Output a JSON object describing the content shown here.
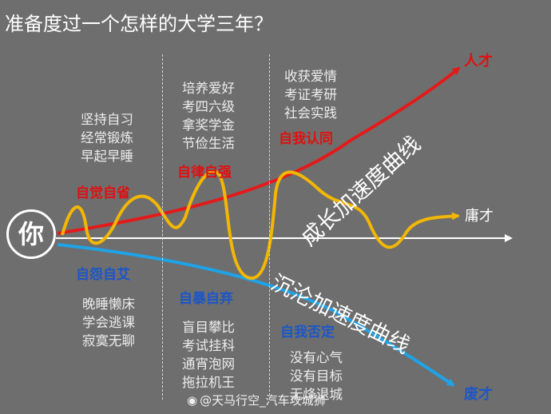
{
  "title": "准备度过一个怎样的大学三年？",
  "center_label": "你",
  "outcomes": {
    "top": "人才",
    "middle": "庸才",
    "bottom": "废才"
  },
  "curves": {
    "growth": "成长加速度曲线",
    "decline": "沉沦加速度曲线",
    "growth_color": "#e41a1a",
    "decline_color": "#1fa2e6",
    "middle_color": "#f2b705"
  },
  "stages": [
    {
      "positive_habits": [
        "坚持自习",
        "经常锻炼",
        "早起早睡"
      ],
      "positive_label": "自觉自省",
      "negative_label": "自怨自艾",
      "negative_habits": [
        "晚睡懒床",
        "学会逃课",
        "寂寞无聊"
      ]
    },
    {
      "positive_habits": [
        "培养爱好",
        "考四六级",
        "拿奖学金",
        "节俭生活"
      ],
      "positive_label": "自律自强",
      "negative_label": "自暴自弃",
      "negative_habits": [
        "盲目攀比",
        "考试挂科",
        "通宵泡网",
        "拖拉机王"
      ]
    },
    {
      "positive_habits": [
        "收获爱情",
        "考证考研",
        "社会实践"
      ],
      "positive_label": "自我认同",
      "negative_label": "自我否定",
      "negative_habits": [
        "没有心气",
        "没有目标",
        "无烽退城"
      ]
    }
  ],
  "watermark": "@天马行空_汽车攻城狮"
}
